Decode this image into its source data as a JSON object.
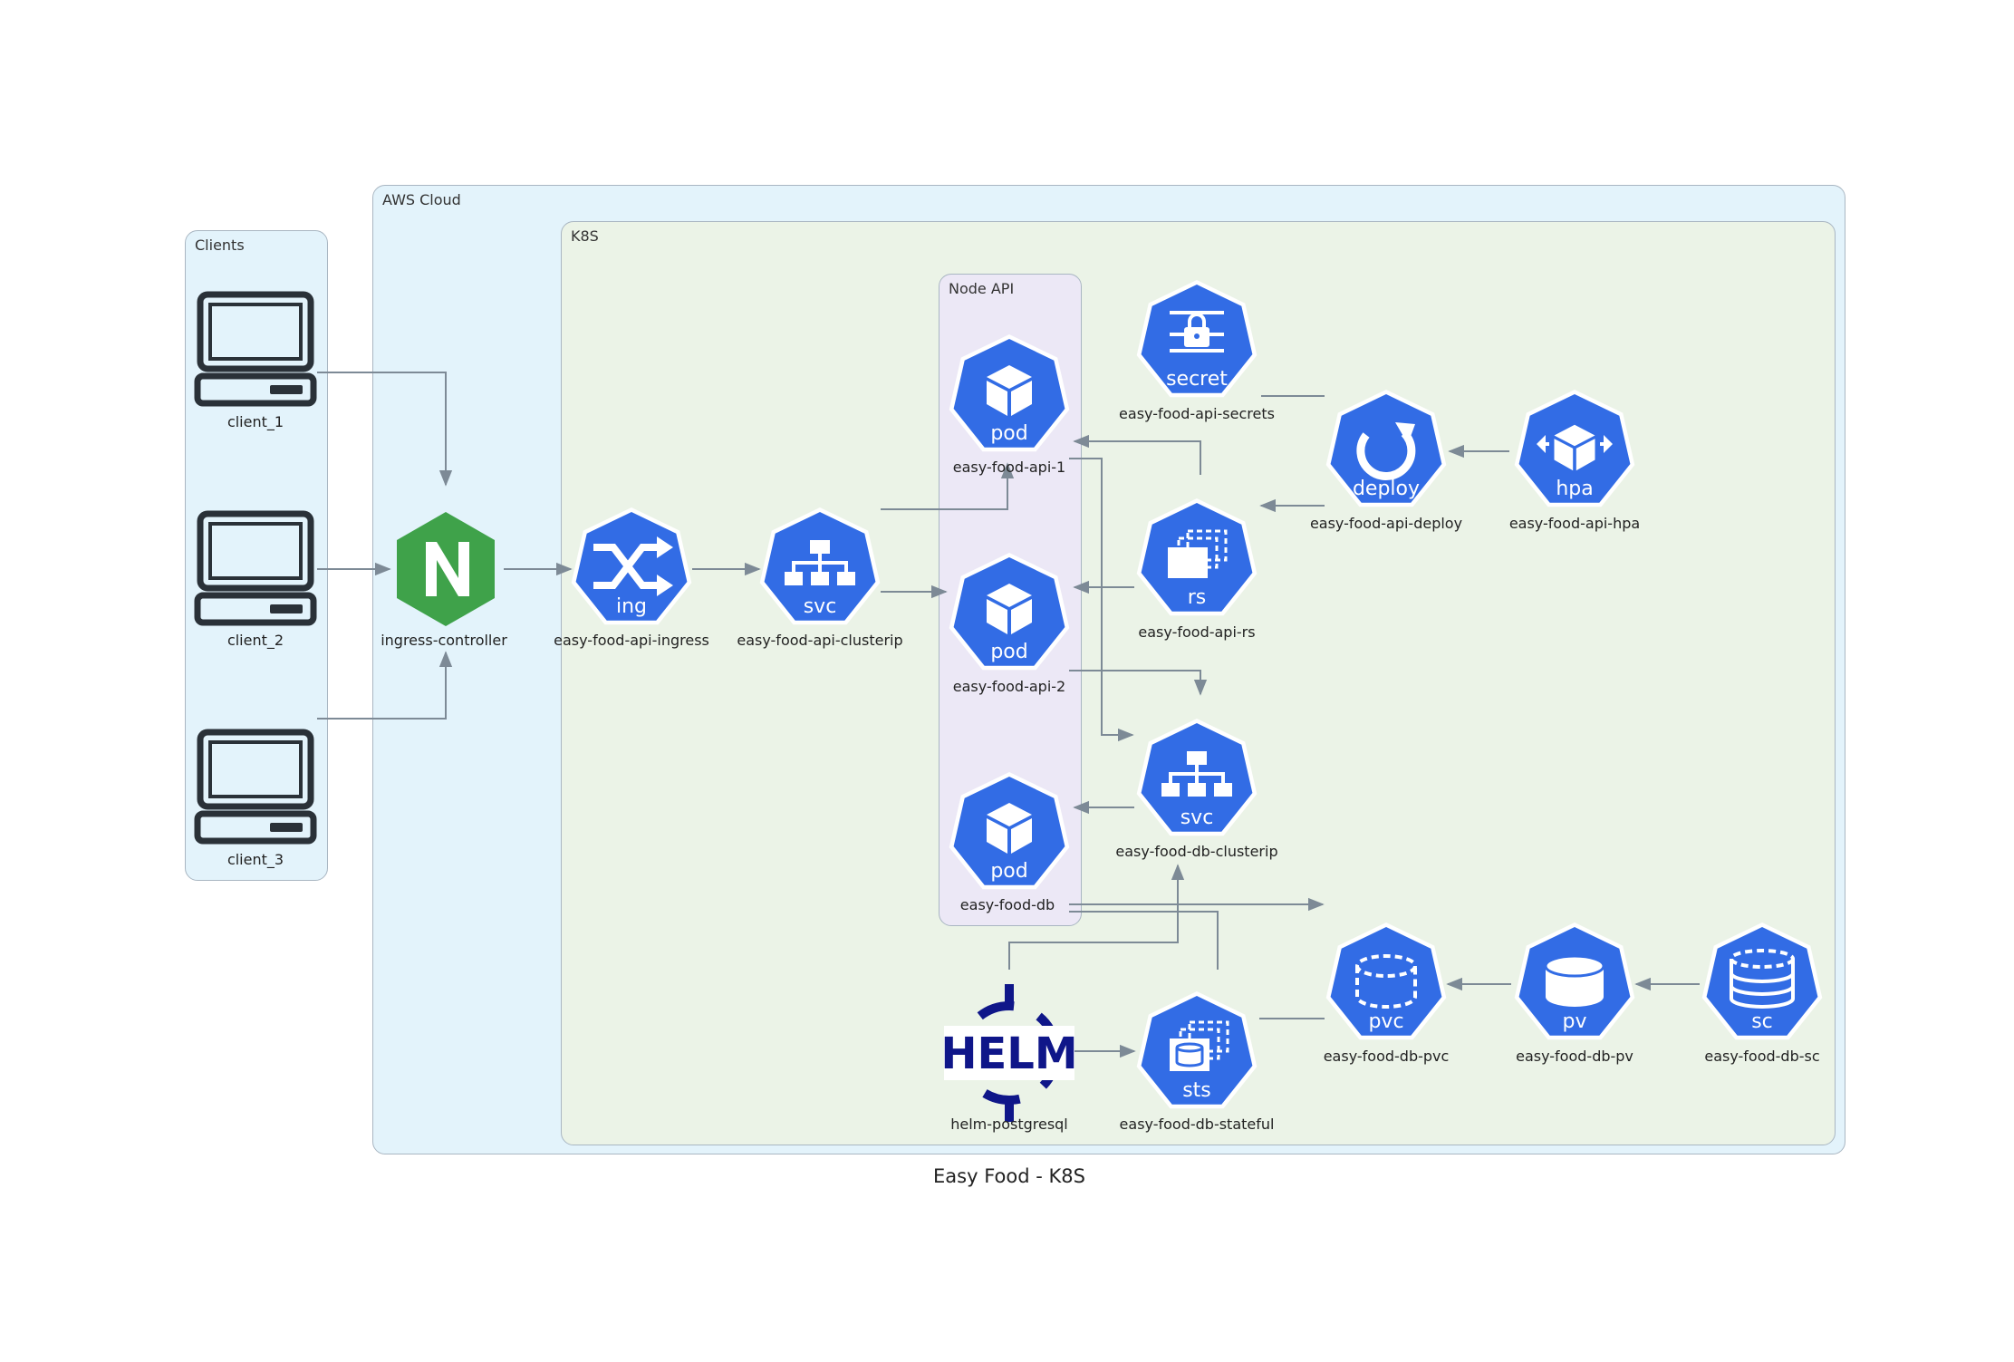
{
  "title": "Easy Food - K8S",
  "clusters": {
    "clients": "Clients",
    "aws": "AWS Cloud",
    "k8s": "K8S",
    "node_api": "Node API"
  },
  "nodes": {
    "client_1": {
      "label": "client_1",
      "icon": "computer-icon"
    },
    "client_2": {
      "label": "client_2",
      "icon": "computer-icon"
    },
    "client_3": {
      "label": "client_3",
      "icon": "computer-icon"
    },
    "ingress_controller": {
      "label": "ingress-controller",
      "icon": "nginx-icon"
    },
    "ingress": {
      "label": "easy-food-api-ingress",
      "tag": "ing",
      "icon": "ingress-icon"
    },
    "api_clusterip": {
      "label": "easy-food-api-clusterip",
      "tag": "svc",
      "icon": "service-icon"
    },
    "pod1": {
      "label": "easy-food-api-1",
      "tag": "pod",
      "icon": "pod-icon"
    },
    "pod2": {
      "label": "easy-food-api-2",
      "tag": "pod",
      "icon": "pod-icon"
    },
    "pod_db": {
      "label": "easy-food-db",
      "tag": "pod",
      "icon": "pod-icon"
    },
    "secrets": {
      "label": "easy-food-api-secrets",
      "tag": "secret",
      "icon": "secret-icon"
    },
    "deploy": {
      "label": "easy-food-api-deploy",
      "tag": "deploy",
      "icon": "deploy-icon"
    },
    "hpa": {
      "label": "easy-food-api-hpa",
      "tag": "hpa",
      "icon": "hpa-icon"
    },
    "rs": {
      "label": "easy-food-api-rs",
      "tag": "rs",
      "icon": "replicaset-icon"
    },
    "db_clusterip": {
      "label": "easy-food-db-clusterip",
      "tag": "svc",
      "icon": "service-icon"
    },
    "helm": {
      "label": "helm-postgresql",
      "logo_text": "HELM",
      "icon": "helm-icon"
    },
    "sts": {
      "label": "easy-food-db-stateful",
      "tag": "sts",
      "icon": "statefulset-icon"
    },
    "pvc": {
      "label": "easy-food-db-pvc",
      "tag": "pvc",
      "icon": "pvc-icon"
    },
    "pv": {
      "label": "easy-food-db-pv",
      "tag": "pv",
      "icon": "pv-icon"
    },
    "sc": {
      "label": "easy-food-db-sc",
      "tag": "sc",
      "icon": "storageclass-icon"
    }
  },
  "colors": {
    "k8s_blue": "#326ce5",
    "nginx_green": "#3fa24a",
    "helm_navy": "#0f1689",
    "edge": "#7d8a96",
    "aws_fill": "#e3f3fb",
    "k8s_fill": "#ebf3e7",
    "node_api_fill": "#ece8f6",
    "clients_fill": "#e3f3fb"
  }
}
